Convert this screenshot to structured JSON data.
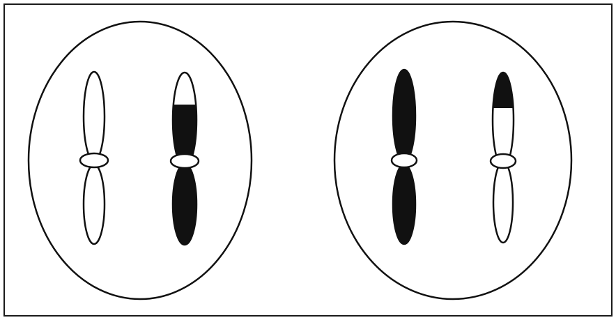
{
  "figure": {
    "description_free": true,
    "colors": {
      "ink": "#111111",
      "paper": "#ffffff",
      "frame": "#1a1a1a"
    },
    "cells": [
      {
        "name": "left-cell",
        "chromosomes": [
          {
            "name": "light-chromosome",
            "upper_arm_shading": "none",
            "lower_arm_shading": "none"
          },
          {
            "name": "dark-chromosome-light-tip",
            "upper_arm_shading": "dark-below-light-tip",
            "lower_arm_shading": "dark"
          }
        ]
      },
      {
        "name": "right-cell",
        "chromosomes": [
          {
            "name": "dark-chromosome",
            "upper_arm_shading": "dark",
            "lower_arm_shading": "dark"
          },
          {
            "name": "light-chromosome-dark-tip",
            "upper_arm_shading": "dark-tip-only",
            "lower_arm_shading": "none"
          }
        ]
      }
    ]
  }
}
